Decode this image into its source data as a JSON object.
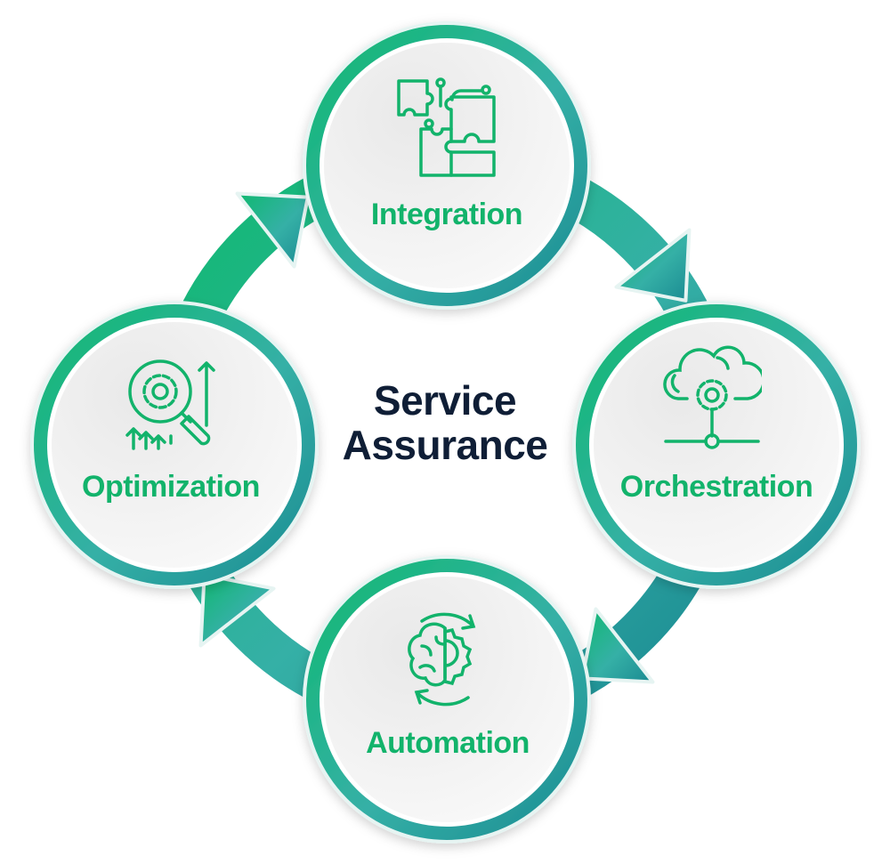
{
  "title": [
    "Service",
    "Assurance"
  ],
  "nodes": [
    {
      "label": "Integration",
      "icon": "puzzle-icon"
    },
    {
      "label": "Orchestration",
      "icon": "cloud-gear-icon"
    },
    {
      "label": "Automation",
      "icon": "brain-gear-icon"
    },
    {
      "label": "Optimization",
      "icon": "magnifier-gear-growth-icon"
    }
  ],
  "colors": {
    "ring_start": "#12b874",
    "ring_end": "#1a8d92",
    "mid": "#35b0a6",
    "text_green": "#12b36b",
    "title": "#0f1e36",
    "disc": "#efefef"
  }
}
